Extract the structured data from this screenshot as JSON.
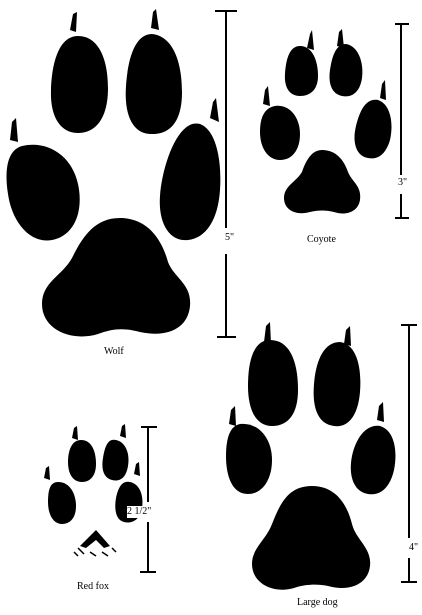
{
  "prints": {
    "wolf": {
      "label": "Wolf",
      "measure": "5\""
    },
    "coyote": {
      "label": "Coyote",
      "measure": "3\""
    },
    "fox": {
      "label": "Red fox",
      "measure": "2 1/2\""
    },
    "dog": {
      "label": "Large dog",
      "measure": "4\""
    }
  },
  "colors": {
    "ink": "#000000",
    "paper": "#ffffff"
  }
}
